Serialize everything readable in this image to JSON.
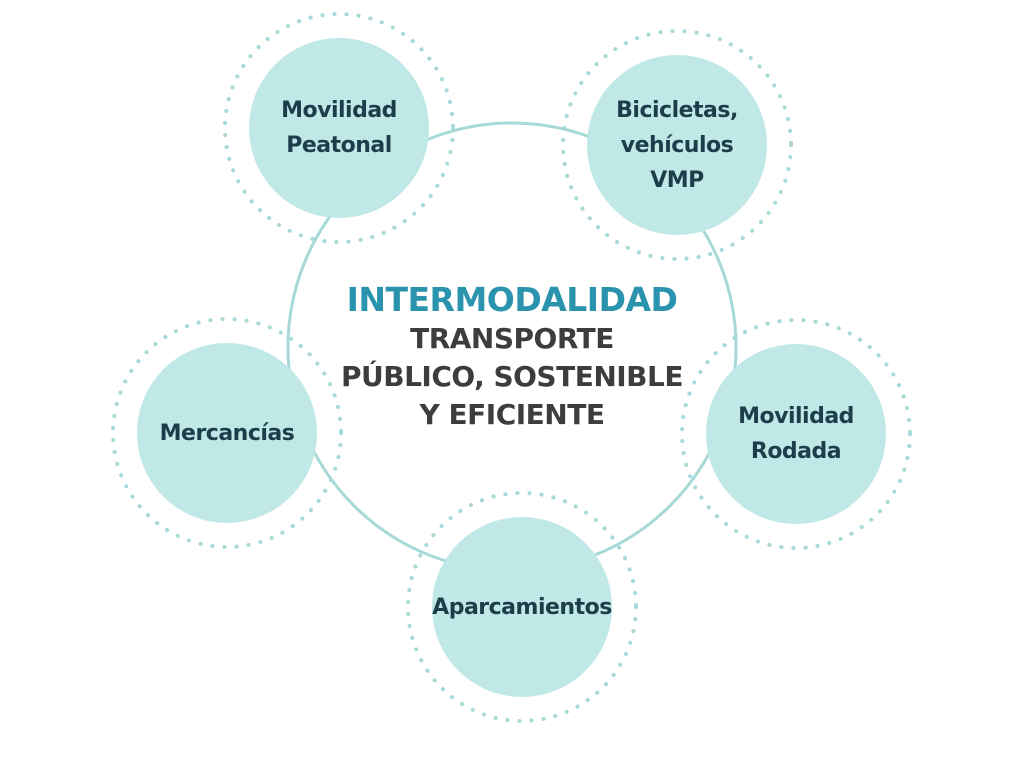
{
  "center": {
    "title": "INTERMODALIDAD",
    "subtitle_lines": [
      "TRANSPORTE",
      "PÚBLICO, SOSTENIBLE",
      "Y EFICIENTE"
    ]
  },
  "nodes": [
    {
      "id": "movilidad-peatonal",
      "lines": [
        "Movilidad",
        "Peatonal"
      ]
    },
    {
      "id": "bicicletas-vmp",
      "lines": [
        "Bicicletas,",
        "vehículos",
        "VMP"
      ]
    },
    {
      "id": "mercancias",
      "lines": [
        "Mercancías"
      ]
    },
    {
      "id": "movilidad-rodada",
      "lines": [
        "Movilidad",
        "Rodada"
      ]
    },
    {
      "id": "aparcamientos",
      "lines": [
        "Aparcamientos"
      ]
    }
  ],
  "colors": {
    "node_fill": "#bfe8e7",
    "ring_stroke": "#a6d9d8",
    "dot_color": "#a6d9d8",
    "title_color": "#2a93ad",
    "subtitle_color": "#3d3d3d",
    "node_text": "#1b3e4b"
  }
}
